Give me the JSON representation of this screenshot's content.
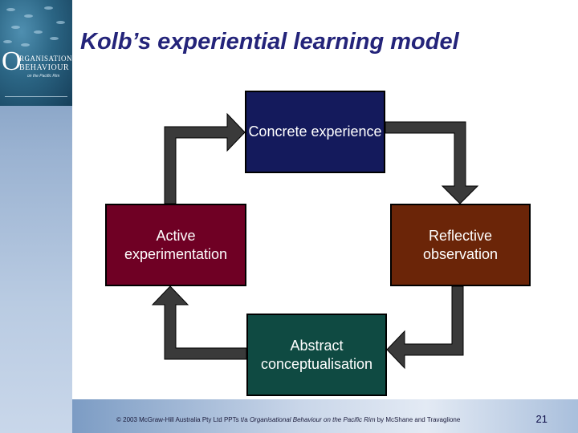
{
  "logo": {
    "big_letter": "O",
    "line1": "RGANISATIONAL",
    "line2": "BEHAVIOUR",
    "line3": "on the Pacific Rim"
  },
  "title": "Kolb’s experiential learning model",
  "boxes": {
    "concrete": "Concrete experience",
    "active": "Active experimentation",
    "reflective": "Reflective observation",
    "abstract": "Abstract conceptualisation"
  },
  "colors": {
    "title": "#24247a",
    "concrete": "#141a5c",
    "active": "#6f0024",
    "reflective": "#6b2508",
    "abstract": "#0f4a42",
    "arrow_fill": "#3a3a3a"
  },
  "footer": {
    "pre": "© 2003 McGraw-Hill Australia Pty Ltd PPTs t/a ",
    "book": "Organisational Behaviour on the Pacific Rim",
    "post": " by McShane and Travaglione",
    "page_number": "21"
  }
}
